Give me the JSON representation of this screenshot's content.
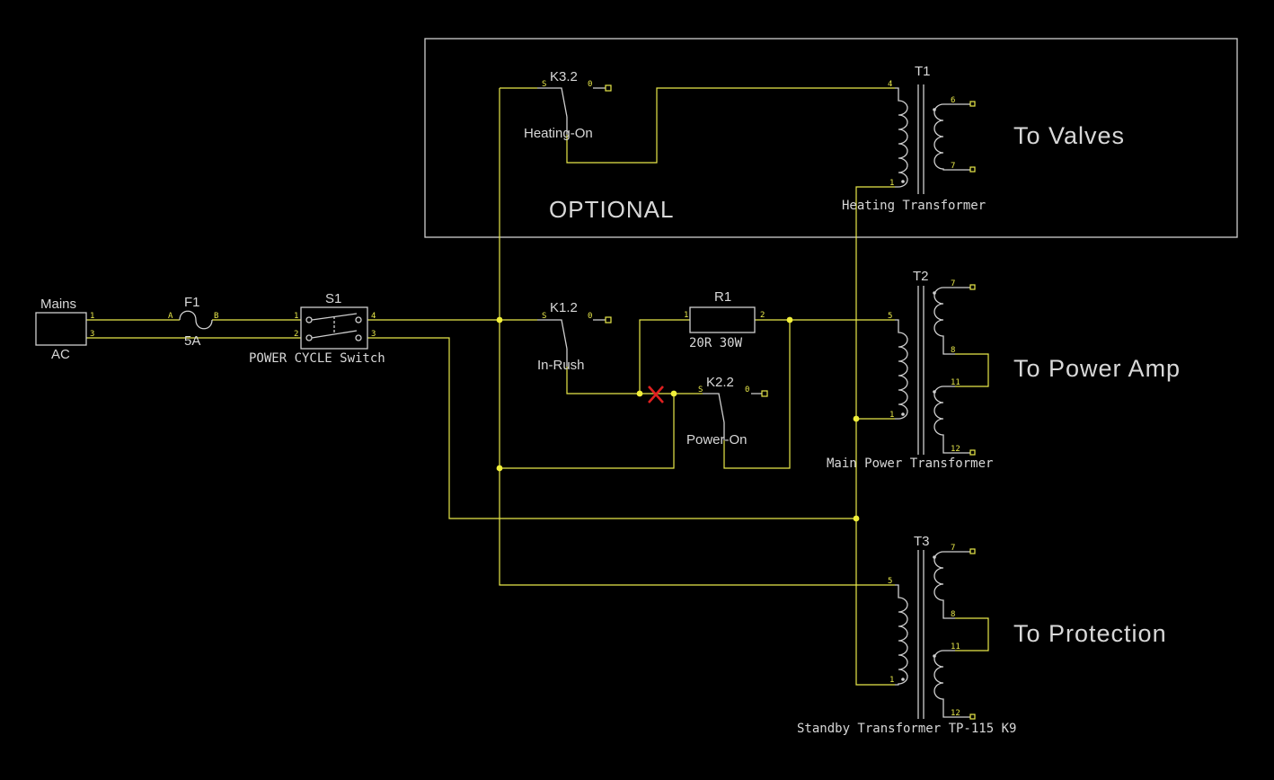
{
  "labels": {
    "mains": "Mains",
    "ac": "AC",
    "f1": "F1",
    "fuse_rating": "5A",
    "s1": "S1",
    "s1_desc": "POWER CYCLE Switch",
    "k32": "K3.2",
    "k32_desc": "Heating-On",
    "k12": "K1.2",
    "k12_desc": "In-Rush",
    "k22": "K2.2",
    "k22_desc": "Power-On",
    "r1": "R1",
    "r1_value": "20R 30W",
    "t1": "T1",
    "t1_desc": "Heating Transformer",
    "t2": "T2",
    "t2_desc": "Main Power Transformer",
    "t3": "T3",
    "t3_desc": "Standby Transformer TP-115 K9",
    "optional": "OPTIONAL",
    "to_valves": "To Valves",
    "to_power_amp": "To Power Amp",
    "to_protection": "To Protection"
  },
  "pins": {
    "p1": "1",
    "p2": "2",
    "p3": "3",
    "p4": "4",
    "p5": "5",
    "p6": "6",
    "p7": "7",
    "p8": "8",
    "p11": "11",
    "p12": "12",
    "pA": "A",
    "pB": "B",
    "pS": "S",
    "p0": "0"
  },
  "colors": {
    "wire": "#e8e84a",
    "component": "#cfcfcf",
    "fault_mark": "#e02020",
    "background": "#000000"
  }
}
